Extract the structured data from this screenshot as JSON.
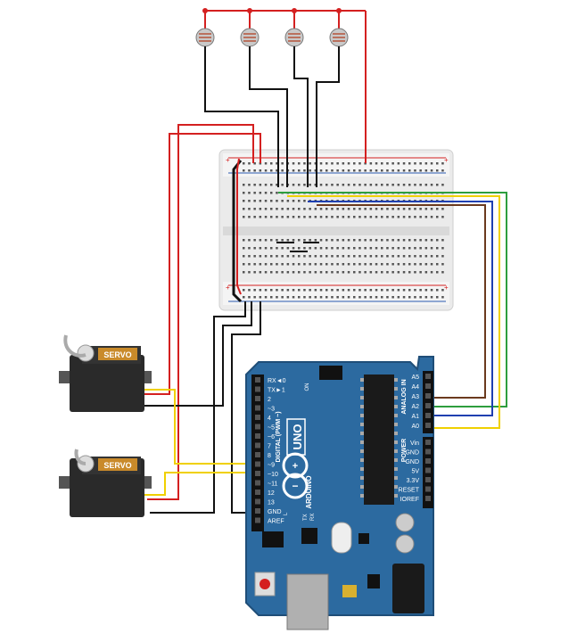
{
  "servos": [
    {
      "label": "SERVO"
    },
    {
      "label": "SERVO"
    }
  ],
  "arduino": {
    "brand": "ARDUINO",
    "model": "UNO",
    "digital_label": "DIGITAL (PWM ~)",
    "analog_label": "ANALOG IN",
    "power_label": "POWER",
    "on_label": "ON",
    "l_label": "L",
    "tx_label": "TX",
    "rx_label": "RX",
    "digital_pins": [
      "RX◄0",
      "TX►1",
      "2",
      "~3",
      "4",
      "~5",
      "~6",
      "7",
      "8",
      "~9",
      "~10",
      "~11",
      "12",
      "13",
      "GND",
      "AREF"
    ],
    "analog_pins": [
      "A5",
      "A4",
      "A3",
      "A2",
      "A1",
      "A0"
    ],
    "power_pins": [
      "Vin",
      "GND",
      "GND",
      "5V",
      "3.3V",
      "RESET",
      "IOREF"
    ]
  },
  "colors": {
    "board": "#2c6aa0",
    "board_dark": "#1f4e78",
    "wire_black": "#111111",
    "wire_red": "#d42020",
    "wire_yellow": "#f0d000",
    "wire_green": "#2e9e3e",
    "wire_blue": "#1f3fb0",
    "wire_brown": "#6b3a1e",
    "breadboard": "#e8e8e8",
    "servo_body": "#2a2a2a",
    "servo_label": "#c98a2a"
  }
}
